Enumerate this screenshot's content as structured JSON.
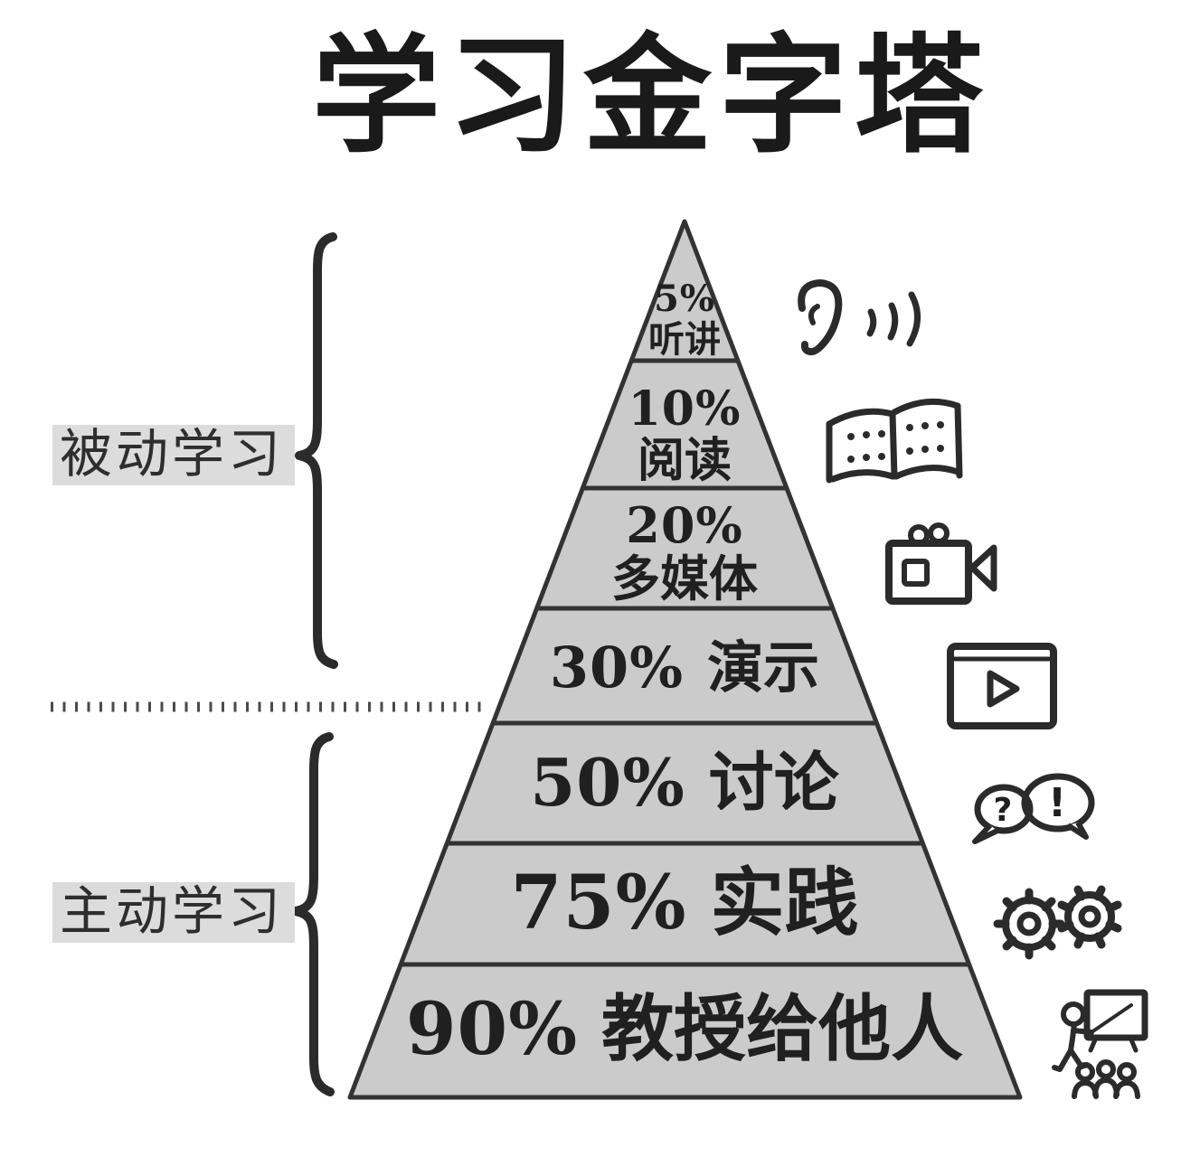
{
  "title": "学习金字塔",
  "groups": {
    "passive": {
      "label": "被动学习"
    },
    "active": {
      "label": "主动学习"
    }
  },
  "levels": [
    {
      "percent": "5%",
      "label": "听讲"
    },
    {
      "percent": "10%",
      "label": "阅读"
    },
    {
      "percent": "20%",
      "label": "多媒体"
    },
    {
      "percent": "30%",
      "label": "演示"
    },
    {
      "percent": "50%",
      "label": "讨论"
    },
    {
      "percent": "75%",
      "label": "实践"
    },
    {
      "percent": "90%",
      "label": "教授给他人"
    }
  ],
  "icons": {
    "listening": "ear-icon",
    "reading": "book-icon",
    "multimedia": "video-camera-icon",
    "demonstration": "video-player-icon",
    "discussion": {
      "name": "speech-bubbles-icon",
      "left_symbol": "?",
      "right_symbol": "!"
    },
    "practice": "gears-icon",
    "teaching": "teaching-board-icon"
  },
  "colors": {
    "pyramid_fill": "#cbcbcb",
    "outline": "#2b2b2b",
    "label_highlight": "#dcdcdc",
    "text": "#1c1c1c"
  }
}
